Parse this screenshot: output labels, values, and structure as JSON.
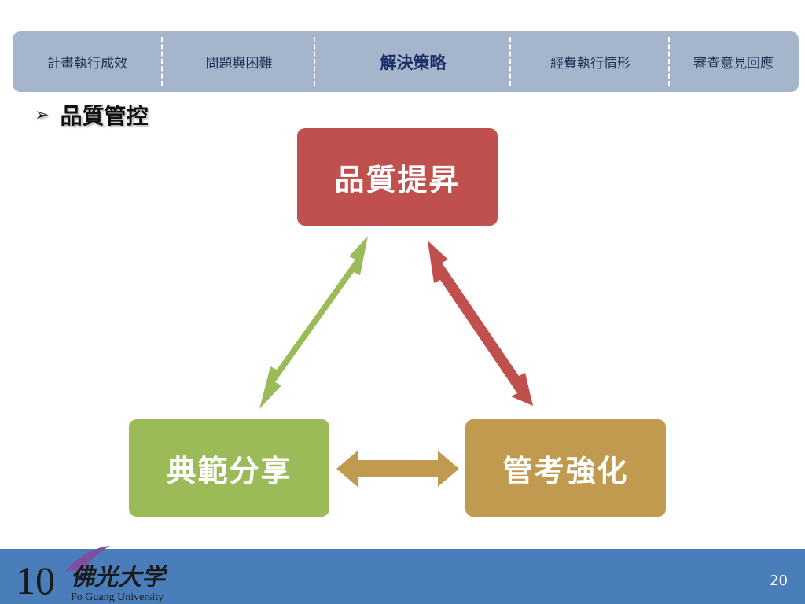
{
  "nav": {
    "tabs": [
      {
        "label": "計畫執行成效",
        "active": false
      },
      {
        "label": "問題與困難",
        "active": false
      },
      {
        "label": "解決策略",
        "active": true
      },
      {
        "label": "經費執行情形",
        "active": false
      },
      {
        "label": "審查意見回應",
        "active": false
      }
    ]
  },
  "section": {
    "bullet": "➢",
    "title": "品質管控"
  },
  "diagram": {
    "top_box": {
      "label": "品質提昇",
      "color": "#c0504d"
    },
    "left_box": {
      "label": "典範分享",
      "color": "#9bbb59"
    },
    "right_box": {
      "label": "管考強化",
      "color": "#c09a4e"
    },
    "arrow_colors": {
      "left": "#9bbb59",
      "right": "#c0504d",
      "bottom": "#c09a4e"
    }
  },
  "footer": {
    "logo": {
      "number": "10",
      "chinese_name": "佛光大学",
      "english_name": "Fo Guang University"
    },
    "page_number": "20"
  },
  "colors": {
    "nav_bg": "#a5b5cc",
    "footer_bg": "#4a7ebb"
  }
}
